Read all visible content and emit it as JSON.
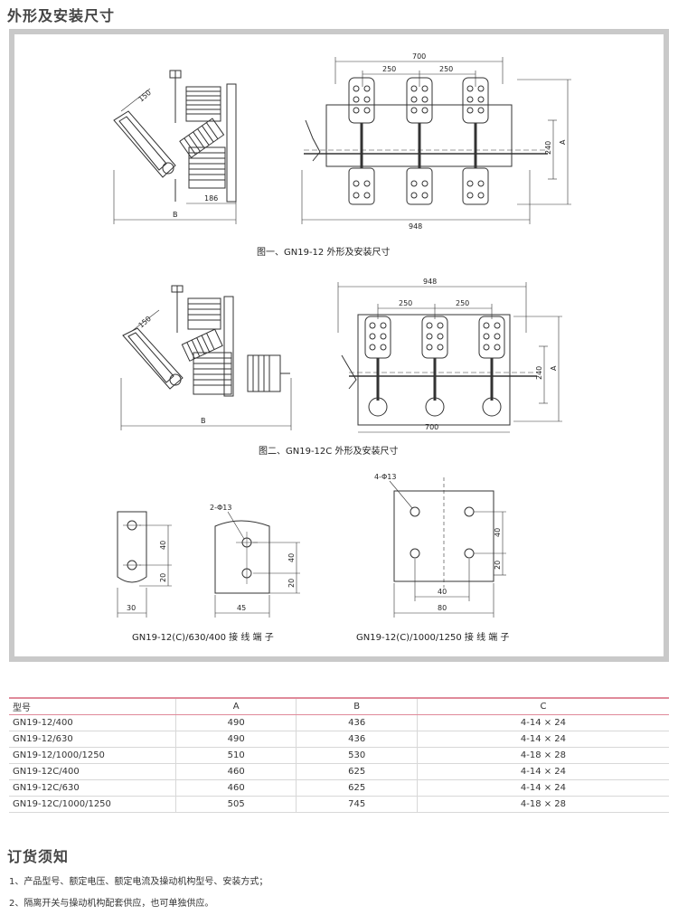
{
  "section_titles": {
    "dimensions": "外形及安装尺寸",
    "ordering": "订货须知"
  },
  "figures": {
    "fig1_caption": "图一、GN19-12 外形及安装尺寸",
    "fig2_caption": "图二、GN19-12C 外形及安装尺寸",
    "terminal_small_caption": "GN19-12(C)/630/400 接 线 端 子",
    "terminal_large_caption": "GN19-12(C)/1000/1250 接 线 端 子",
    "dims": {
      "d150": "150",
      "d186": "186",
      "dB": "B",
      "d700": "700",
      "d250": "250",
      "d240": "240",
      "dA": "A",
      "d948": "948",
      "d40": "40",
      "d20": "20",
      "d30": "30",
      "d45": "45",
      "d80": "80",
      "hole2": "2-Φ13",
      "hole4": "4-Φ13"
    }
  },
  "table": {
    "headers": [
      "型号",
      "A",
      "B",
      "C"
    ],
    "rows": [
      [
        "GN19-12/400",
        "490",
        "436",
        "4-14 × 24"
      ],
      [
        "GN19-12/630",
        "490",
        "436",
        "4-14 × 24"
      ],
      [
        "GN19-12/1000/1250",
        "510",
        "530",
        "4-18 × 28"
      ],
      [
        "GN19-12C/400",
        "460",
        "625",
        "4-14 × 24"
      ],
      [
        "GN19-12C/630",
        "460",
        "625",
        "4-14 × 24"
      ],
      [
        "GN19-12C/1000/1250",
        "505",
        "745",
        "4-18 × 28"
      ]
    ]
  },
  "notes": [
    "1、产品型号、额定电压、额定电流及操动机构型号、安装方式；",
    "2、隔离开关与操动机构配套供应，也可单独供应。"
  ]
}
